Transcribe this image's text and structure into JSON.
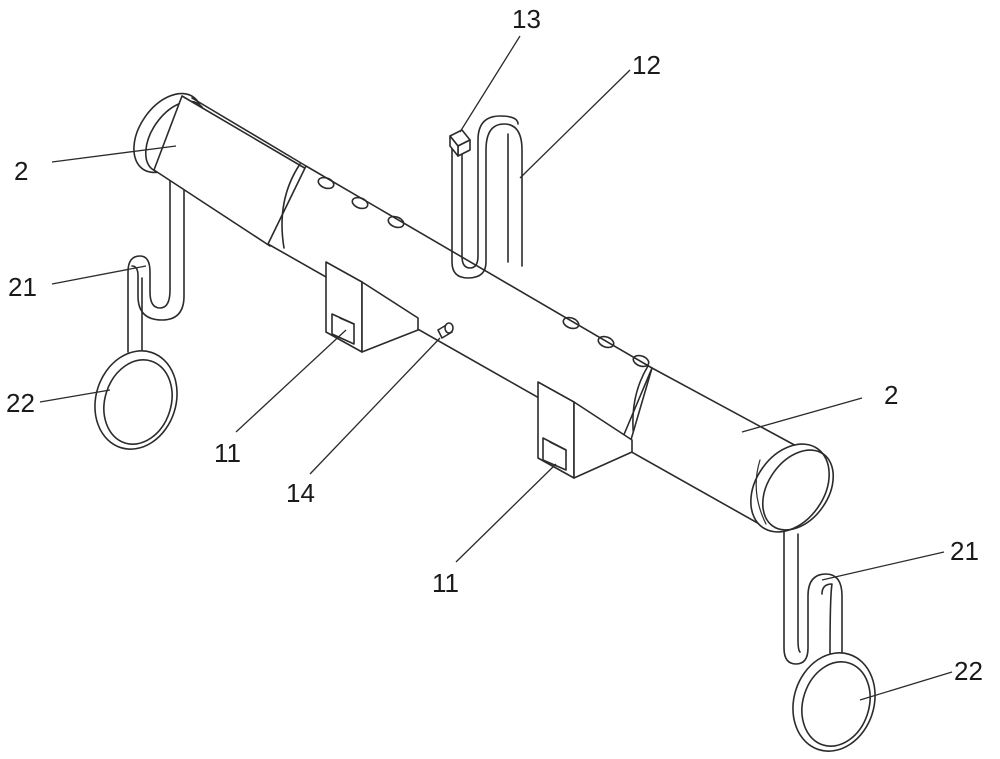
{
  "labels": {
    "rod_left": "2",
    "rod_right": "2",
    "hook_left": "21",
    "hook_right": "21",
    "ring_left": "22",
    "ring_right": "22",
    "mount_left": "11",
    "mount_right": "11",
    "bracket": "12",
    "clip": "13",
    "pin": "14"
  }
}
